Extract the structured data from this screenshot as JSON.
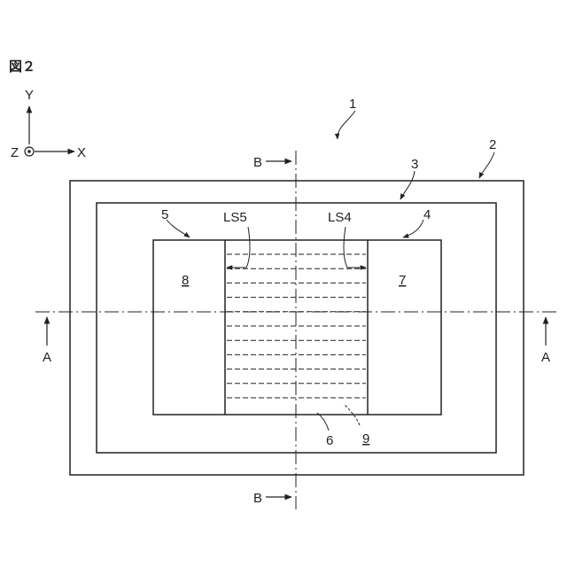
{
  "figure": {
    "title": "図２",
    "axes": {
      "y": "Y",
      "x": "X",
      "z": "Z"
    },
    "refs": {
      "device": "1",
      "outer_layer": "2",
      "inner_layer": "3",
      "electrode_right": "4",
      "electrode_left": "5",
      "channel": "6",
      "region_right": "7",
      "region_left": "8",
      "layer_stack": "9"
    },
    "dims": {
      "left_length": "LS5",
      "right_length": "LS4"
    },
    "sections": {
      "horizontal": "A",
      "vertical": "B"
    }
  }
}
